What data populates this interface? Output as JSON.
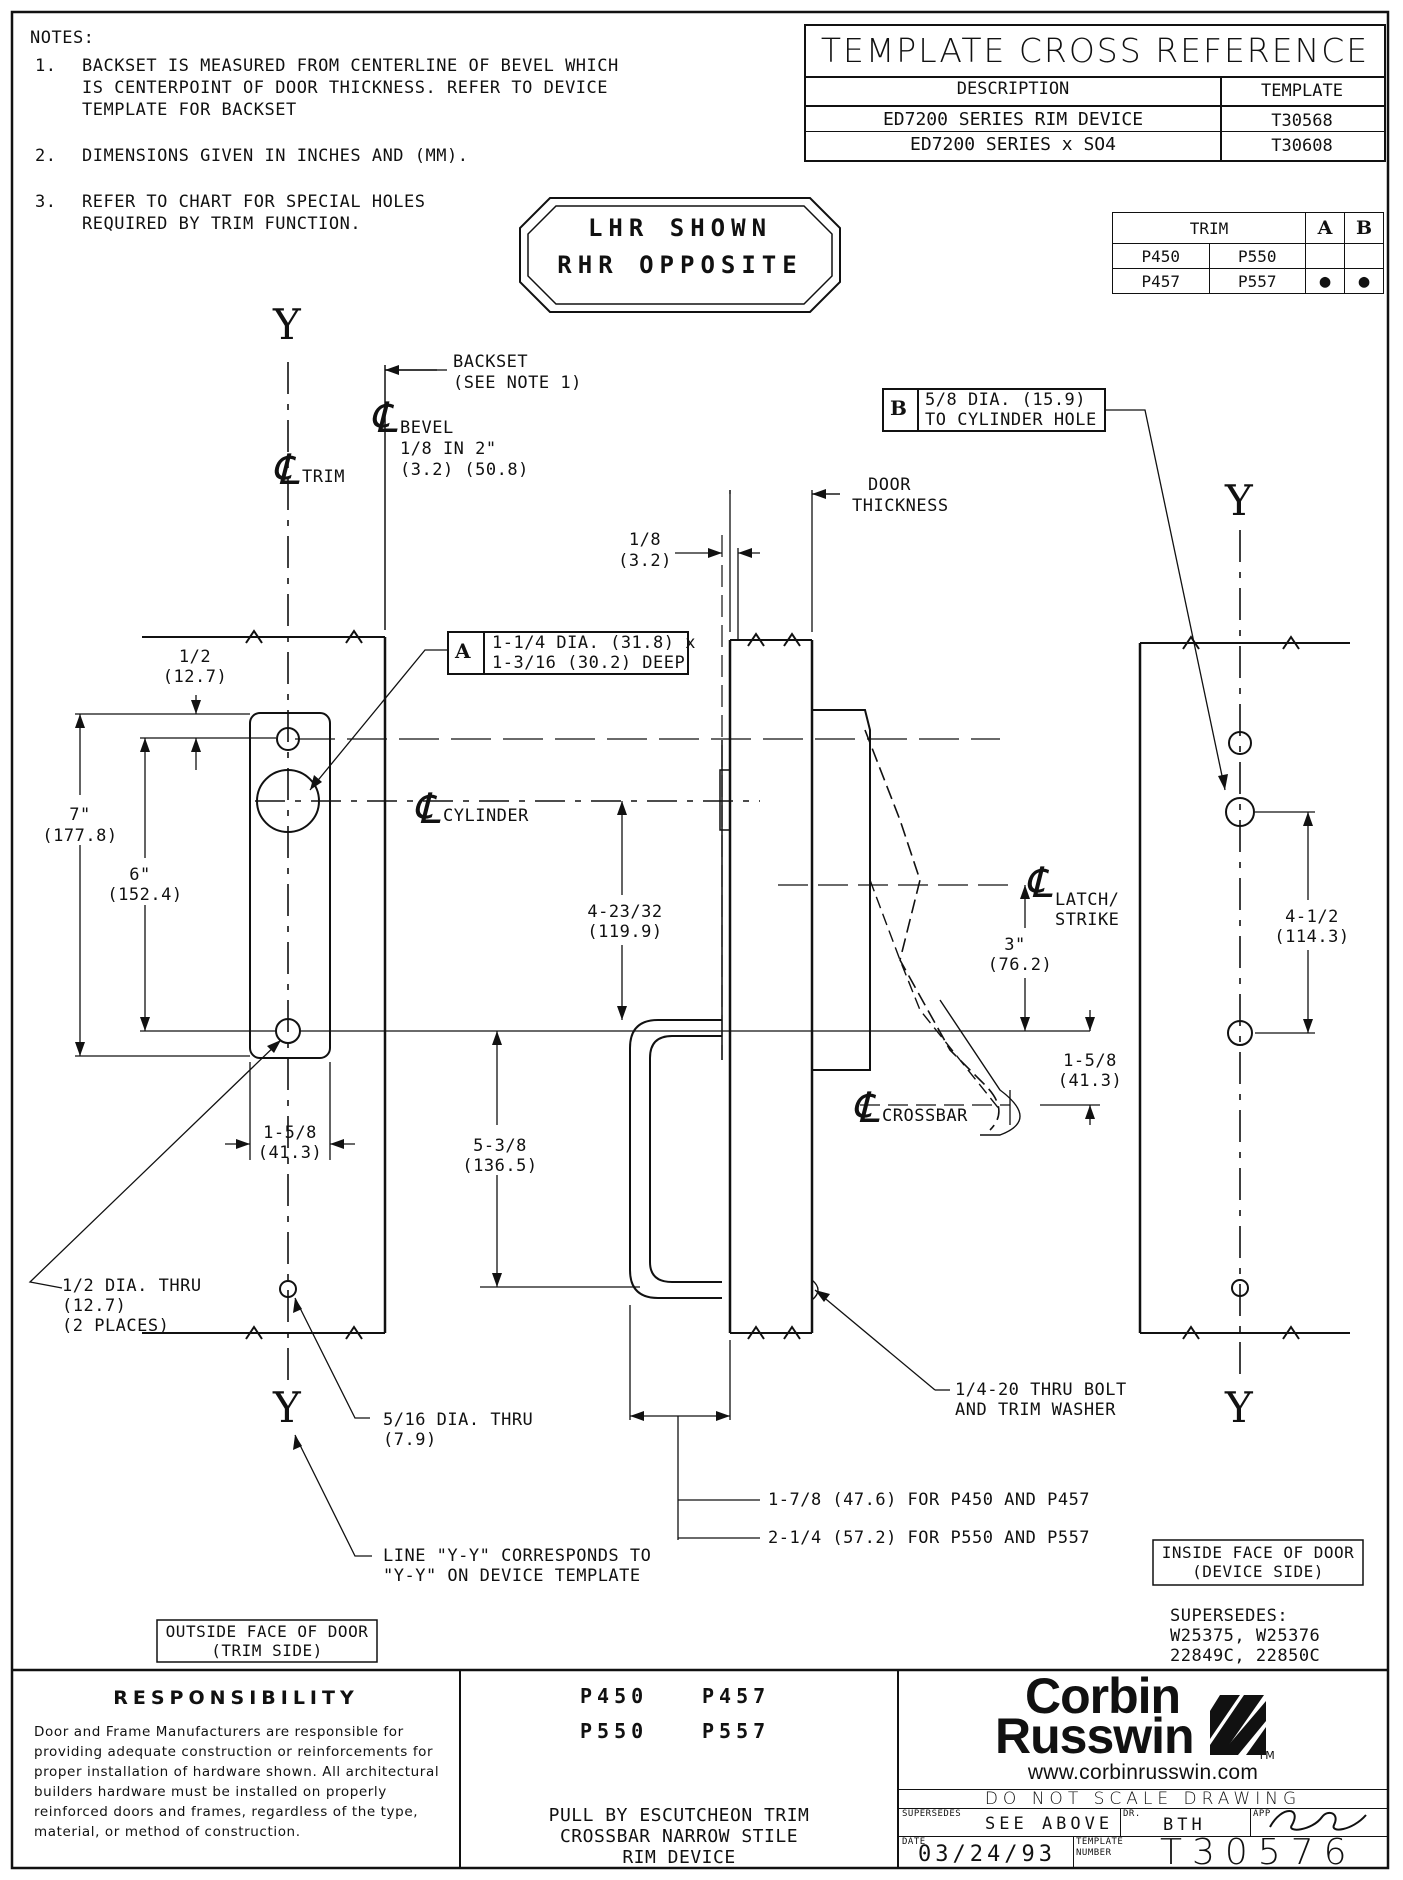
{
  "notes": {
    "heading": "NOTES:",
    "n1_num": "1.",
    "n1_l1": "BACKSET IS MEASURED FROM CENTERLINE OF BEVEL WHICH",
    "n1_l2": "IS CENTERPOINT OF DOOR THICKNESS. REFER TO DEVICE",
    "n1_l3": "TEMPLATE FOR BACKSET",
    "n2_num": "2.",
    "n2_l1": "DIMENSIONS GIVEN IN INCHES AND (MM).",
    "n3_num": "3.",
    "n3_l1": "REFER TO CHART FOR SPECIAL HOLES",
    "n3_l2": "REQUIRED BY TRIM FUNCTION."
  },
  "cross_ref": {
    "title": "TEMPLATE CROSS REFERENCE",
    "col_desc": "DESCRIPTION",
    "col_template": "TEMPLATE",
    "rows": [
      {
        "desc": "ED7200 SERIES RIM DEVICE",
        "template": "T30568"
      },
      {
        "desc": "ED7200 SERIES x SO4",
        "template": "T30608"
      }
    ]
  },
  "hand_badge": {
    "line1": "LHR SHOWN",
    "line2": "RHR OPPOSITE"
  },
  "trim_table": {
    "header": "TRIM",
    "col_a": "A",
    "col_b": "B",
    "rows": [
      {
        "c1": "P450",
        "c2": "P550",
        "a": "",
        "b": ""
      },
      {
        "c1": "P457",
        "c2": "P557",
        "a": "●",
        "b": "●"
      }
    ]
  },
  "labels": {
    "y": "Y",
    "cl": "℄",
    "trim": "TRIM",
    "bevel": "BEVEL",
    "bevel_dim1": "1/8 IN 2\"",
    "bevel_dim2": "(3.2) (50.8)",
    "backset1": "BACKSET",
    "backset2": "(SEE NOTE 1)",
    "cylinder": "CYLINDER",
    "latch1": "LATCH/",
    "latch2": "STRIKE",
    "crossbar": "CROSSBAR",
    "door_thk1": "DOOR",
    "door_thk2": "THICKNESS",
    "hole_a_tag": "A",
    "hole_a_l1": "1-1/4 DIA. (31.8) x",
    "hole_a_l2": "1-3/16 (30.2) DEEP",
    "hole_b_tag": "B",
    "hole_b_l1": "5/8 DIA. (15.9)",
    "hole_b_l2": "TO CYLINDER HOLE",
    "dim_half_1": "1/2",
    "dim_half_2": "(12.7)",
    "dim_7_1": "7\"",
    "dim_7_2": "(177.8)",
    "dim_6_1": "6\"",
    "dim_6_2": "(152.4)",
    "dim_158a_1": "1-5/8",
    "dim_158a_2": "(41.3)",
    "dim_18_1": "1/8",
    "dim_18_2": "(3.2)",
    "dim_42332_1": "4-23/32",
    "dim_42332_2": "(119.9)",
    "dim_538_1": "5-3/8",
    "dim_538_2": "(136.5)",
    "dim_3_1": "3\"",
    "dim_3_2": "(76.2)",
    "dim_158b_1": "1-5/8",
    "dim_158b_2": "(41.3)",
    "dim_412_1": "4-1/2",
    "dim_412_2": "(114.3)",
    "half_dia_1": "1/2 DIA. THRU",
    "half_dia_2": "(12.7)",
    "half_dia_3": "(2 PLACES)",
    "five16_1": "5/16 DIA. THRU",
    "five16_2": "(7.9)",
    "bolt_1": "1/4-20 THRU BOLT",
    "bolt_2": "AND TRIM WASHER",
    "p450": "1-7/8 (47.6) FOR P450 AND P457",
    "p550": "2-1/4 (57.2) FOR P550 AND P557",
    "yy_1": "LINE \"Y-Y\" CORRESPONDS TO",
    "yy_2": "\"Y-Y\" ON DEVICE TEMPLATE",
    "outside_1": "OUTSIDE FACE OF DOOR",
    "outside_2": "(TRIM SIDE)",
    "inside_1": "INSIDE FACE OF DOOR",
    "inside_2": "(DEVICE SIDE)",
    "supersedes_1": "SUPERSEDES:",
    "supersedes_2": "W25375, W25376",
    "supersedes_3": "22849C, 22850C"
  },
  "footer": {
    "resp_title": "RESPONSIBILITY",
    "resp_body": "Door and Frame Manufacturers are responsible for providing adequate construction or reinforcements for proper installation of hardware shown. All architectural builders hardware must be installed on properly reinforced doors and frames, regardless of the type, material, or method of construction.",
    "models_r1_a": "P450",
    "models_r1_b": "P457",
    "models_r2_a": "P550",
    "models_r2_b": "P557",
    "desc_1": "PULL BY ESCUTCHEON TRIM",
    "desc_2": "CROSSBAR NARROW STILE",
    "desc_3": "RIM DEVICE",
    "logo_1": "Corbin",
    "logo_2": "Russwin",
    "tm": "TM",
    "url": "www.corbinrusswin.com",
    "do_not_scale": "DO NOT SCALE DRAWING",
    "supersedes_lbl": "SUPERSEDES",
    "supersedes_val": "SEE ABOVE",
    "dr_lbl": "DR.",
    "dr_val": "BTH",
    "app_lbl": "APP",
    "date_lbl": "DATE",
    "date_val": "03/24/93",
    "tmpl_lbl_1": "TEMPLATE",
    "tmpl_lbl_2": "NUMBER",
    "tmpl_val": "T30576"
  }
}
